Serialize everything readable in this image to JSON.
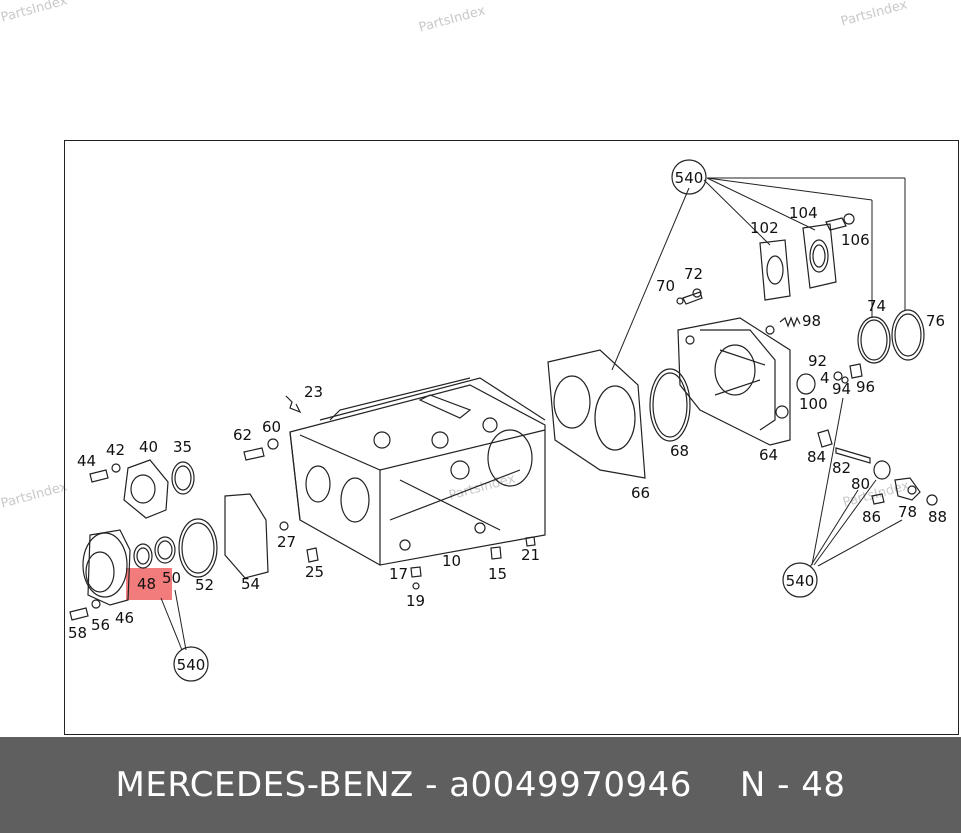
{
  "watermark": "PartsIndex",
  "highlight_color": "#ee5050",
  "footer": {
    "brand": "MERCEDES-BENZ",
    "part_number": "a0049970946",
    "position": "N - 48",
    "separator": " - "
  },
  "callouts": {
    "c10": "10",
    "c15": "15",
    "c17": "17",
    "c19": "19",
    "c21": "21",
    "c23": "23",
    "c25": "25",
    "c27": "27",
    "c35": "35",
    "c40": "40",
    "c42": "42",
    "c44": "44",
    "c46": "46",
    "c48": "48",
    "c50": "50",
    "c52": "52",
    "c54": "54",
    "c56": "56",
    "c58": "58",
    "c60": "60",
    "c62": "62",
    "c64": "64",
    "c66": "66",
    "c68": "68",
    "c70": "70",
    "c72": "72",
    "c74": "74",
    "c76": "76",
    "c78": "78",
    "c80": "80",
    "c82": "82",
    "c84": "84",
    "c86": "86",
    "c88": "88",
    "c92": "92",
    "c94": "94",
    "c96": "96",
    "c98": "98",
    "c100": "100",
    "c102": "102",
    "c104": "104",
    "c106": "106",
    "c4": "4"
  },
  "kit_label": "540"
}
